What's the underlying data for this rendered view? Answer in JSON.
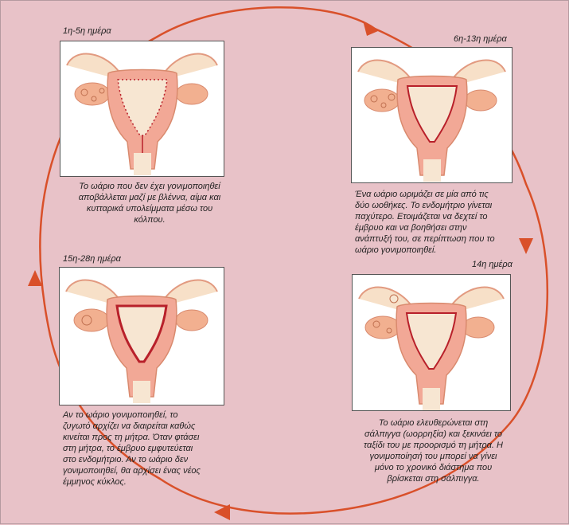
{
  "stages": [
    {
      "id": "stage1",
      "label": "1η-5η ημέρα",
      "lines": [
        "Το ωάριο που δεν έχει γονιμοποιηθεί",
        "αποβάλλεται μαζί με βλέννα, αίμα και",
        "κυτταρικά υπολείμματα μέσω του",
        "κόλπου."
      ]
    },
    {
      "id": "stage2",
      "label": "6η-13η ημέρα",
      "lines": [
        "Ένα ωάριο ωριμάζει σε μία από τις",
        "δύο ωοθήκες. Το ενδομήτριο γίνεται",
        "παχύτερο. Ετοιμάζεται να δεχτεί το",
        "έμβρυο και να βοηθήσει στην",
        "ανάπτυξή του, σε περίπτωση που το",
        "ωάριο γονιμοποιηθεί."
      ]
    },
    {
      "id": "stage3",
      "label": "14η ημέρα",
      "lines": [
        "Το ωάριο ελευθερώνεται στη",
        "σάλπιγγα (ωορρηξία) και ξεκινάει το",
        "ταξίδι του με προορισμό τη μήτρα. Η",
        "γονιμοποίησή του μπορεί να γίνει",
        "μόνο το χρονικό διάστημα που",
        "βρίσκεται στη σάλπιγγα."
      ]
    },
    {
      "id": "stage4",
      "label": "15η-28η ημέρα",
      "lines": [
        "Αν το ωάριο γονιμοποιηθεί, το",
        "ζυγωτό αρχίζει να διαιρείται καθώς",
        "κινείται προς τη μήτρα. Όταν φτάσει",
        "στη μήτρα, το έμβρυο εμφυτεύεται",
        "στο ενδομήτριο. Αν το ωάριο δεν",
        "γονιμοποιηθεί, θα αρχίσει ένας νέος",
        "έμμηνος κύκλος."
      ]
    }
  ],
  "colors": {
    "background": "#e8c2c8",
    "cycle_line": "#d9502a",
    "uterus_outer": "#f2a896",
    "uterus_inner": "#f7e6d2",
    "lining": "#b8202a",
    "tube": "#f7e0c8",
    "ovary": "#f2b090"
  }
}
